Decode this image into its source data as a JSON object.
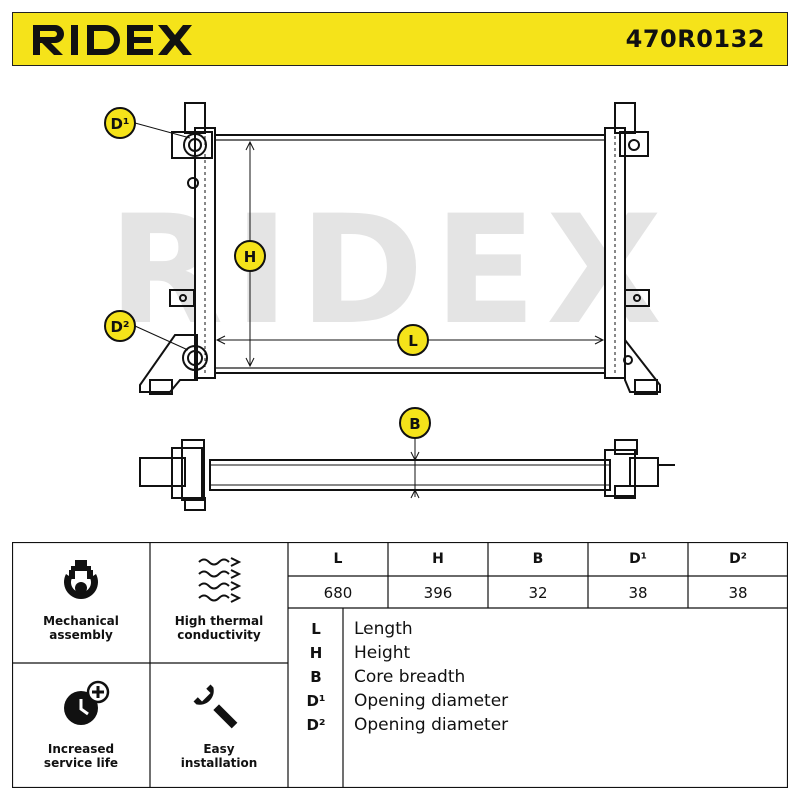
{
  "brand": {
    "name": "RIDEX"
  },
  "header": {
    "part_number": "470R0132"
  },
  "watermark": {
    "text": "RIDEX"
  },
  "colors": {
    "accent": "#f5e31a",
    "line": "#111111",
    "watermark": "#e6e6e6"
  },
  "callouts": {
    "d1": "D¹",
    "d2": "D²",
    "h": "H",
    "l": "L",
    "b": "B"
  },
  "features": [
    {
      "label_1": "Mechanical",
      "label_2": "assembly",
      "icon": "mechanical-assembly-icon"
    },
    {
      "label_1": "High thermal",
      "label_2": "conductivity",
      "icon": "thermal-icon"
    },
    {
      "label_1": "Increased",
      "label_2": "service life",
      "icon": "service-life-icon"
    },
    {
      "label_1": "Easy",
      "label_2": "installation",
      "icon": "wrench-icon"
    }
  ],
  "dimensions": {
    "headers": [
      "L",
      "H",
      "B",
      "D¹",
      "D²"
    ],
    "values": [
      "680",
      "396",
      "32",
      "38",
      "38"
    ]
  },
  "legend": [
    {
      "key": "L",
      "desc": "Length"
    },
    {
      "key": "H",
      "desc": "Height"
    },
    {
      "key": "B",
      "desc": "Core breadth"
    },
    {
      "key": "D¹",
      "desc": "Opening diameter"
    },
    {
      "key": "D²",
      "desc": "Opening diameter"
    }
  ]
}
